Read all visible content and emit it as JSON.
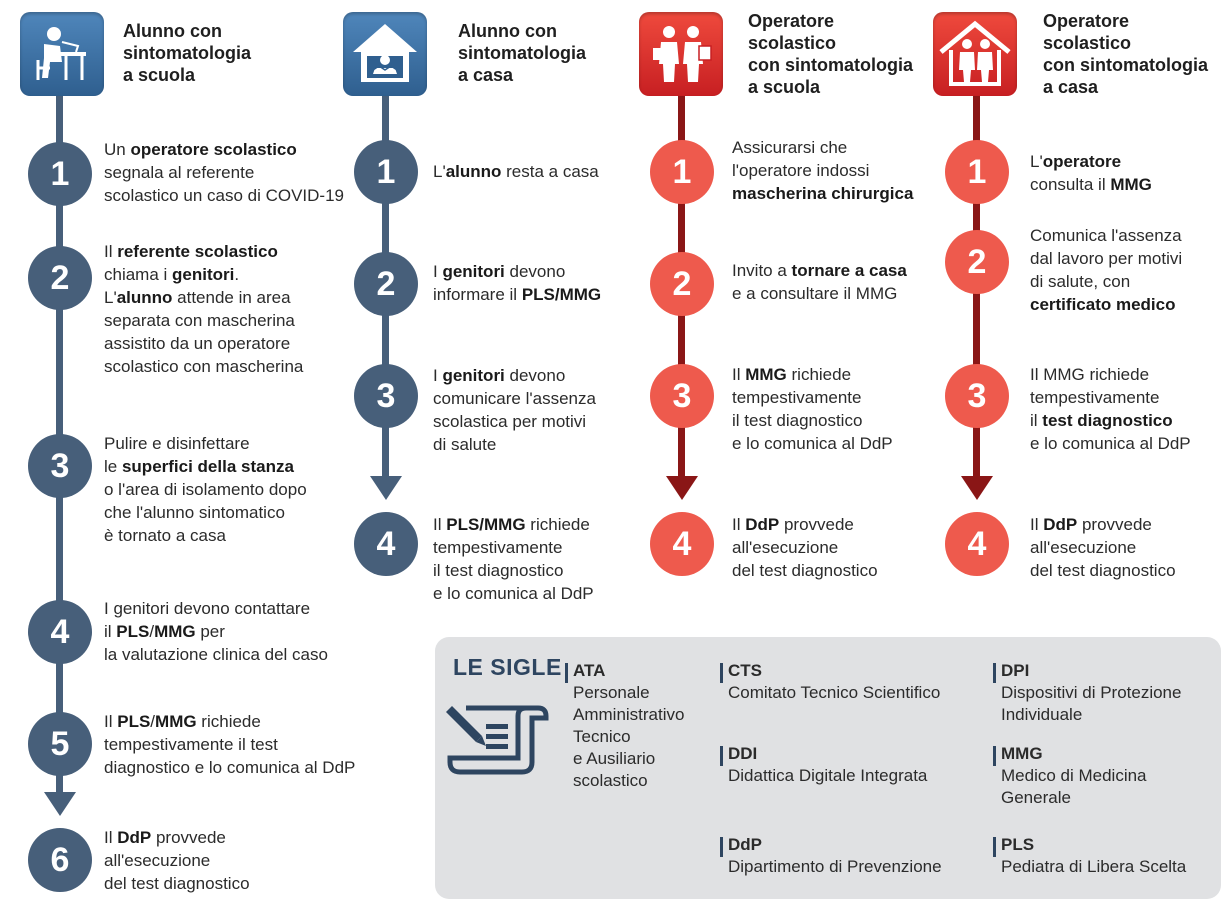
{
  "colors": {
    "blue": "#475f7a",
    "red": "#ee5a4d",
    "dark_red_line": "#8a1616",
    "icon_blue": "#3a6ea0",
    "icon_red": "#d9282c"
  },
  "columns": [
    {
      "icon": "student-at-desk-icon",
      "title": [
        "Alunno con",
        "sintomatologia",
        "a scuola"
      ],
      "steps": [
        {
          "number": "1",
          "lines": [
            [
              {
                "t": "Un "
              },
              {
                "t": "operatore scolastico",
                "b": true
              }
            ],
            [
              {
                "t": "segnala al referente"
              }
            ],
            [
              {
                "t": "scolastico un caso di COVID-19"
              }
            ]
          ]
        },
        {
          "number": "2",
          "lines": [
            [
              {
                "t": "Il "
              },
              {
                "t": "referente scolastico",
                "b": true
              }
            ],
            [
              {
                "t": "chiama i "
              },
              {
                "t": "genitori",
                "b": true
              },
              {
                "t": "."
              }
            ],
            [
              {
                "t": "L'"
              },
              {
                "t": "alunno",
                "b": true
              },
              {
                "t": " attende in area"
              }
            ],
            [
              {
                "t": "separata con mascherina"
              }
            ],
            [
              {
                "t": "assistito da un operatore"
              }
            ],
            [
              {
                "t": "scolastico con mascherina"
              }
            ]
          ]
        },
        {
          "number": "3",
          "lines": [
            [
              {
                "t": "Pulire e disinfettare"
              }
            ],
            [
              {
                "t": "le "
              },
              {
                "t": "superfici della stanza",
                "b": true
              }
            ],
            [
              {
                "t": "o l'area di isolamento dopo"
              }
            ],
            [
              {
                "t": "che l'alunno sintomatico"
              }
            ],
            [
              {
                "t": "è tornato a casa"
              }
            ]
          ]
        },
        {
          "number": "4",
          "lines": [
            [
              {
                "t": "I genitori devono contattare"
              }
            ],
            [
              {
                "t": "il "
              },
              {
                "t": "PLS",
                "b": true
              },
              {
                "t": "/"
              },
              {
                "t": "MMG",
                "b": true
              },
              {
                "t": " per"
              }
            ],
            [
              {
                "t": "la valutazione clinica del caso"
              }
            ]
          ]
        },
        {
          "number": "5",
          "lines": [
            [
              {
                "t": "Il "
              },
              {
                "t": "PLS",
                "b": true
              },
              {
                "t": "/"
              },
              {
                "t": "MMG",
                "b": true
              },
              {
                "t": " richiede"
              }
            ],
            [
              {
                "t": "tempestivamente il test"
              }
            ],
            [
              {
                "t": "diagnostico e lo comunica al DdP"
              }
            ]
          ]
        },
        {
          "number": "6",
          "lines": [
            [
              {
                "t": "Il "
              },
              {
                "t": "DdP",
                "b": true
              },
              {
                "t": " provvede"
              }
            ],
            [
              {
                "t": "all'esecuzione"
              }
            ],
            [
              {
                "t": "del test diagnostico"
              }
            ]
          ]
        }
      ]
    },
    {
      "icon": "student-at-home-icon",
      "title": [
        "Alunno con",
        "sintomatologia",
        "a casa"
      ],
      "steps": [
        {
          "number": "1",
          "lines": [
            [
              {
                "t": "L'"
              },
              {
                "t": "alunno",
                "b": true
              },
              {
                "t": " resta a casa"
              }
            ]
          ]
        },
        {
          "number": "2",
          "lines": [
            [
              {
                "t": "I "
              },
              {
                "t": "genitori",
                "b": true
              },
              {
                "t": " devono"
              }
            ],
            [
              {
                "t": "informare il "
              },
              {
                "t": "PLS/MMG",
                "b": true
              }
            ]
          ]
        },
        {
          "number": "3",
          "lines": [
            [
              {
                "t": "I "
              },
              {
                "t": "genitori",
                "b": true
              },
              {
                "t": " devono"
              }
            ],
            [
              {
                "t": "comunicare l'assenza"
              }
            ],
            [
              {
                "t": "scolastica per motivi"
              }
            ],
            [
              {
                "t": "di salute"
              }
            ]
          ]
        },
        {
          "number": "4",
          "lines": [
            [
              {
                "t": "Il "
              },
              {
                "t": "PLS/MMG",
                "b": true
              },
              {
                "t": " richiede"
              }
            ],
            [
              {
                "t": "tempestivamente"
              }
            ],
            [
              {
                "t": "il test diagnostico"
              }
            ],
            [
              {
                "t": "e lo comunica al DdP"
              }
            ]
          ]
        }
      ]
    },
    {
      "icon": "staff-at-school-icon",
      "title": [
        "Operatore",
        "scolastico",
        "con sintomatologia",
        "a scuola"
      ],
      "steps": [
        {
          "number": "1",
          "lines": [
            [
              {
                "t": "Assicurarsi che"
              }
            ],
            [
              {
                "t": "l'operatore indossi"
              }
            ],
            [
              {
                "t": "mascherina chirurgica",
                "b": true
              }
            ]
          ]
        },
        {
          "number": "2",
          "lines": [
            [
              {
                "t": "Invito a "
              },
              {
                "t": "tornare a casa",
                "b": true
              }
            ],
            [
              {
                "t": "e a consultare il MMG"
              }
            ]
          ]
        },
        {
          "number": "3",
          "lines": [
            [
              {
                "t": "Il "
              },
              {
                "t": "MMG",
                "b": true
              },
              {
                "t": " richiede"
              }
            ],
            [
              {
                "t": "tempestivamente"
              }
            ],
            [
              {
                "t": "il test diagnostico"
              }
            ],
            [
              {
                "t": "e lo comunica al DdP"
              }
            ]
          ]
        },
        {
          "number": "4",
          "lines": [
            [
              {
                "t": "Il "
              },
              {
                "t": "DdP",
                "b": true
              },
              {
                "t": " provvede"
              }
            ],
            [
              {
                "t": "all'esecuzione"
              }
            ],
            [
              {
                "t": "del test diagnostico"
              }
            ]
          ]
        }
      ]
    },
    {
      "icon": "staff-at-home-icon",
      "title": [
        "Operatore",
        "scolastico",
        "con sintomatologia",
        "a casa"
      ],
      "steps": [
        {
          "number": "1",
          "lines": [
            [
              {
                "t": "L'"
              },
              {
                "t": "operatore",
                "b": true
              }
            ],
            [
              {
                "t": "consulta il "
              },
              {
                "t": "MMG",
                "b": true
              }
            ]
          ]
        },
        {
          "number": "2",
          "lines": [
            [
              {
                "t": "Comunica l'assenza"
              }
            ],
            [
              {
                "t": "dal lavoro per motivi"
              }
            ],
            [
              {
                "t": "di salute, con"
              }
            ],
            [
              {
                "t": "certificato medico",
                "b": true
              }
            ]
          ]
        },
        {
          "number": "3",
          "lines": [
            [
              {
                "t": "Il MMG richiede"
              }
            ],
            [
              {
                "t": "tempestivamente"
              }
            ],
            [
              {
                "t": "il "
              },
              {
                "t": "test diagnostico",
                "b": true
              }
            ],
            [
              {
                "t": "e lo comunica al DdP"
              }
            ]
          ]
        },
        {
          "number": "4",
          "lines": [
            [
              {
                "t": "Il "
              },
              {
                "t": "DdP",
                "b": true
              },
              {
                "t": " provvede"
              }
            ],
            [
              {
                "t": "all'esecuzione"
              }
            ],
            [
              {
                "t": "del test diagnostico"
              }
            ]
          ]
        }
      ]
    }
  ],
  "sigle": {
    "title": "LE SIGLE",
    "icon": "scroll-with-pen-icon",
    "items": [
      {
        "abbr": "ATA",
        "desc": [
          "Personale",
          "Amministrativo",
          "Tecnico",
          "e Ausiliario",
          "scolastico"
        ]
      },
      {
        "abbr": "CTS",
        "desc": [
          "Comitato Tecnico Scientifico"
        ]
      },
      {
        "abbr": "DPI",
        "desc": [
          "Dispositivi di Protezione",
          "Individuale"
        ]
      },
      {
        "abbr": "DDI",
        "desc": [
          "Didattica Digitale Integrata"
        ]
      },
      {
        "abbr": "MMG",
        "desc": [
          "Medico di Medicina",
          "Generale"
        ]
      },
      {
        "abbr": "DdP",
        "desc": [
          "Dipartimento di Prevenzione"
        ]
      },
      {
        "abbr": "PLS",
        "desc": [
          "Pediatra di Libera Scelta"
        ]
      }
    ]
  }
}
